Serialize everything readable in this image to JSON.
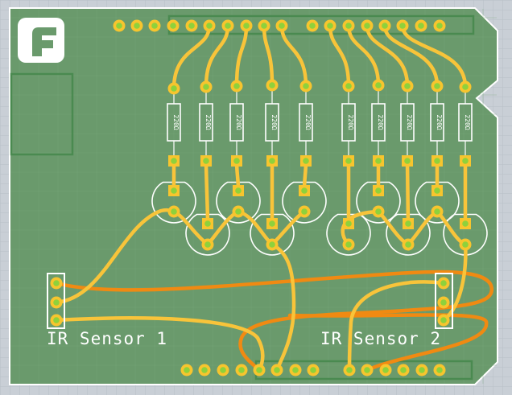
{
  "board": {
    "logo_icon": "fritzing-f-logo-icon",
    "colors": {
      "background": "#c9cfd6",
      "grid": "#b8bfc7",
      "board": "#6a9a6c",
      "board_border": "#ffffff",
      "silk": "#ffffff",
      "trace_top": "#f8c43a",
      "trace_bottom": "#f08a12",
      "pad": "#f7c52e",
      "pad_hole": "#8ed13c",
      "connector_outline": "#4a8a50"
    },
    "labels": {
      "sensor1": "IR Sensor 1",
      "sensor2": "IR Sensor 2"
    },
    "resistor_values": [
      "220Ω",
      "220Ω",
      "220Ω",
      "220Ω",
      "220Ω",
      "220Ω",
      "220Ω",
      "220Ω",
      "220Ω",
      "220Ω"
    ]
  }
}
